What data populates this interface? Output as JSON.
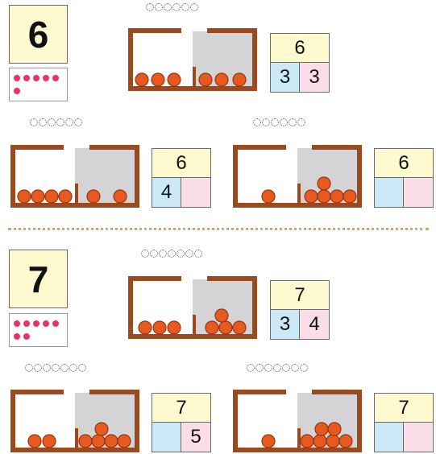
{
  "sections": [
    {
      "number": "6",
      "pink_dots": 6,
      "main": {
        "hint_count": 6,
        "left_balls": 3,
        "right_balls": 3,
        "total": "6",
        "left": "3",
        "right": "3"
      },
      "sub": [
        {
          "hint_count": 6,
          "left_balls": 4,
          "right_balls": 2,
          "total": "6",
          "left": "4",
          "right": ""
        },
        {
          "hint_count": 6,
          "left_balls": 1,
          "right_balls": 5,
          "total": "6",
          "left": "",
          "right": ""
        }
      ]
    },
    {
      "number": "7",
      "pink_dots": 7,
      "main": {
        "hint_count": 7,
        "left_balls": 3,
        "right_balls": 4,
        "total": "7",
        "left": "3",
        "right": "4"
      },
      "sub": [
        {
          "hint_count": 7,
          "left_balls": 2,
          "right_balls": 5,
          "total": "7",
          "left": "",
          "right": "5"
        },
        {
          "hint_count": 7,
          "left_balls": 1,
          "right_balls": 6,
          "total": "7",
          "left": "",
          "right": ""
        }
      ]
    }
  ],
  "colors": {
    "frame": "#9a4a1c",
    "ball": "#e65a20",
    "gray": "#d4d4d6",
    "pink_dot": "#e8336b",
    "divider": "#f0a040"
  }
}
